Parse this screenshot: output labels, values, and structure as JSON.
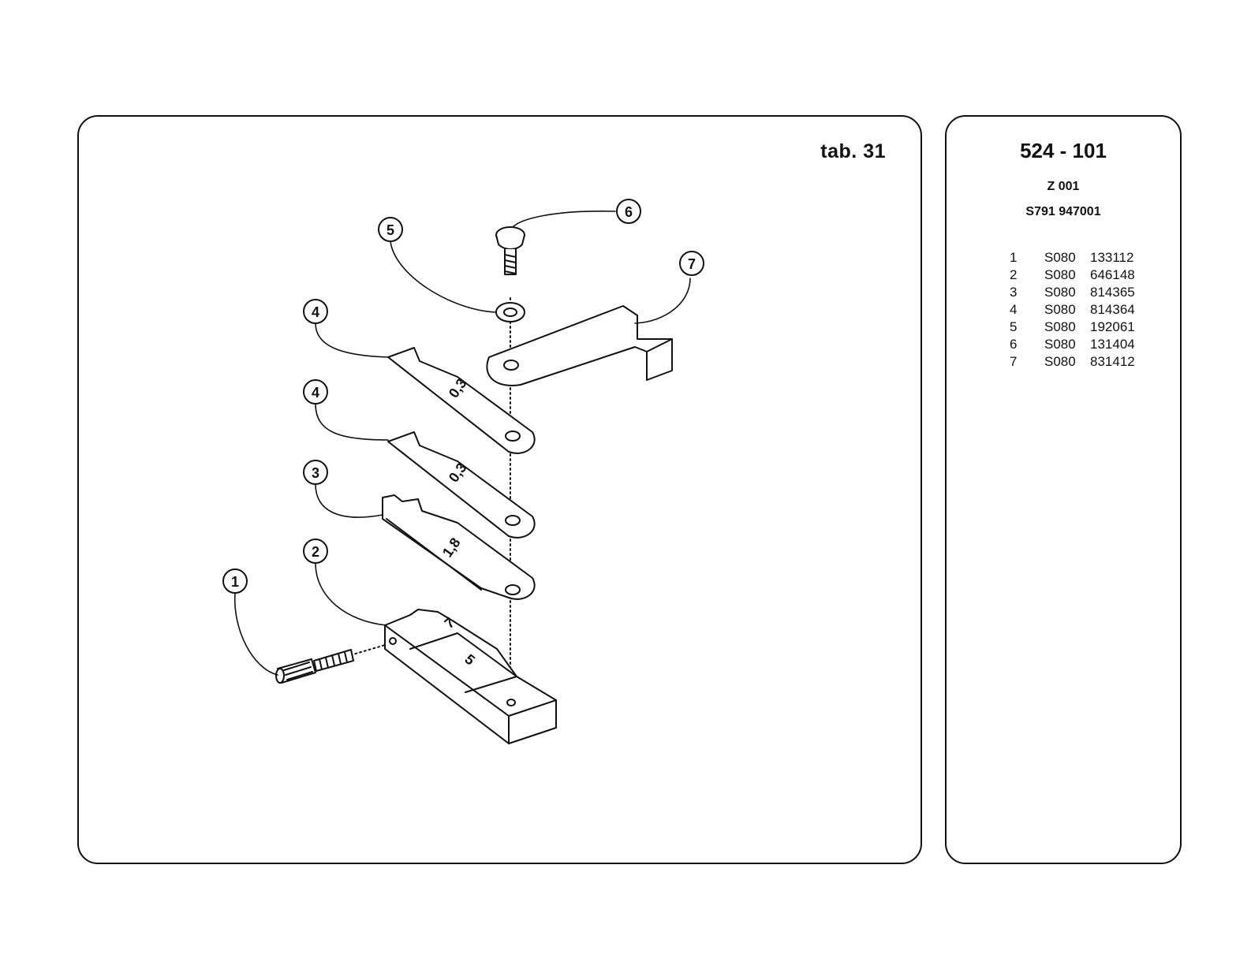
{
  "drawing": {
    "tab_label": "tab. 31",
    "callouts": [
      "1",
      "2",
      "3",
      "4",
      "4",
      "5",
      "6",
      "7"
    ],
    "part_markings": {
      "shim_upper": "0,3",
      "shim_lower": "0,3",
      "plate": "1,8",
      "base_angle": "7",
      "base_width": "5"
    }
  },
  "header": {
    "model": "524 - 101",
    "variant": "Z 001",
    "kit_code": "S791 947001"
  },
  "parts": [
    {
      "pos": "1",
      "prefix": "S080",
      "code": "133112"
    },
    {
      "pos": "2",
      "prefix": "S080",
      "code": "646148"
    },
    {
      "pos": "3",
      "prefix": "S080",
      "code": "814365"
    },
    {
      "pos": "4",
      "prefix": "S080",
      "code": "814364"
    },
    {
      "pos": "5",
      "prefix": "S080",
      "code": "192061"
    },
    {
      "pos": "6",
      "prefix": "S080",
      "code": "131404"
    },
    {
      "pos": "7",
      "prefix": "S080",
      "code": "831412"
    }
  ]
}
